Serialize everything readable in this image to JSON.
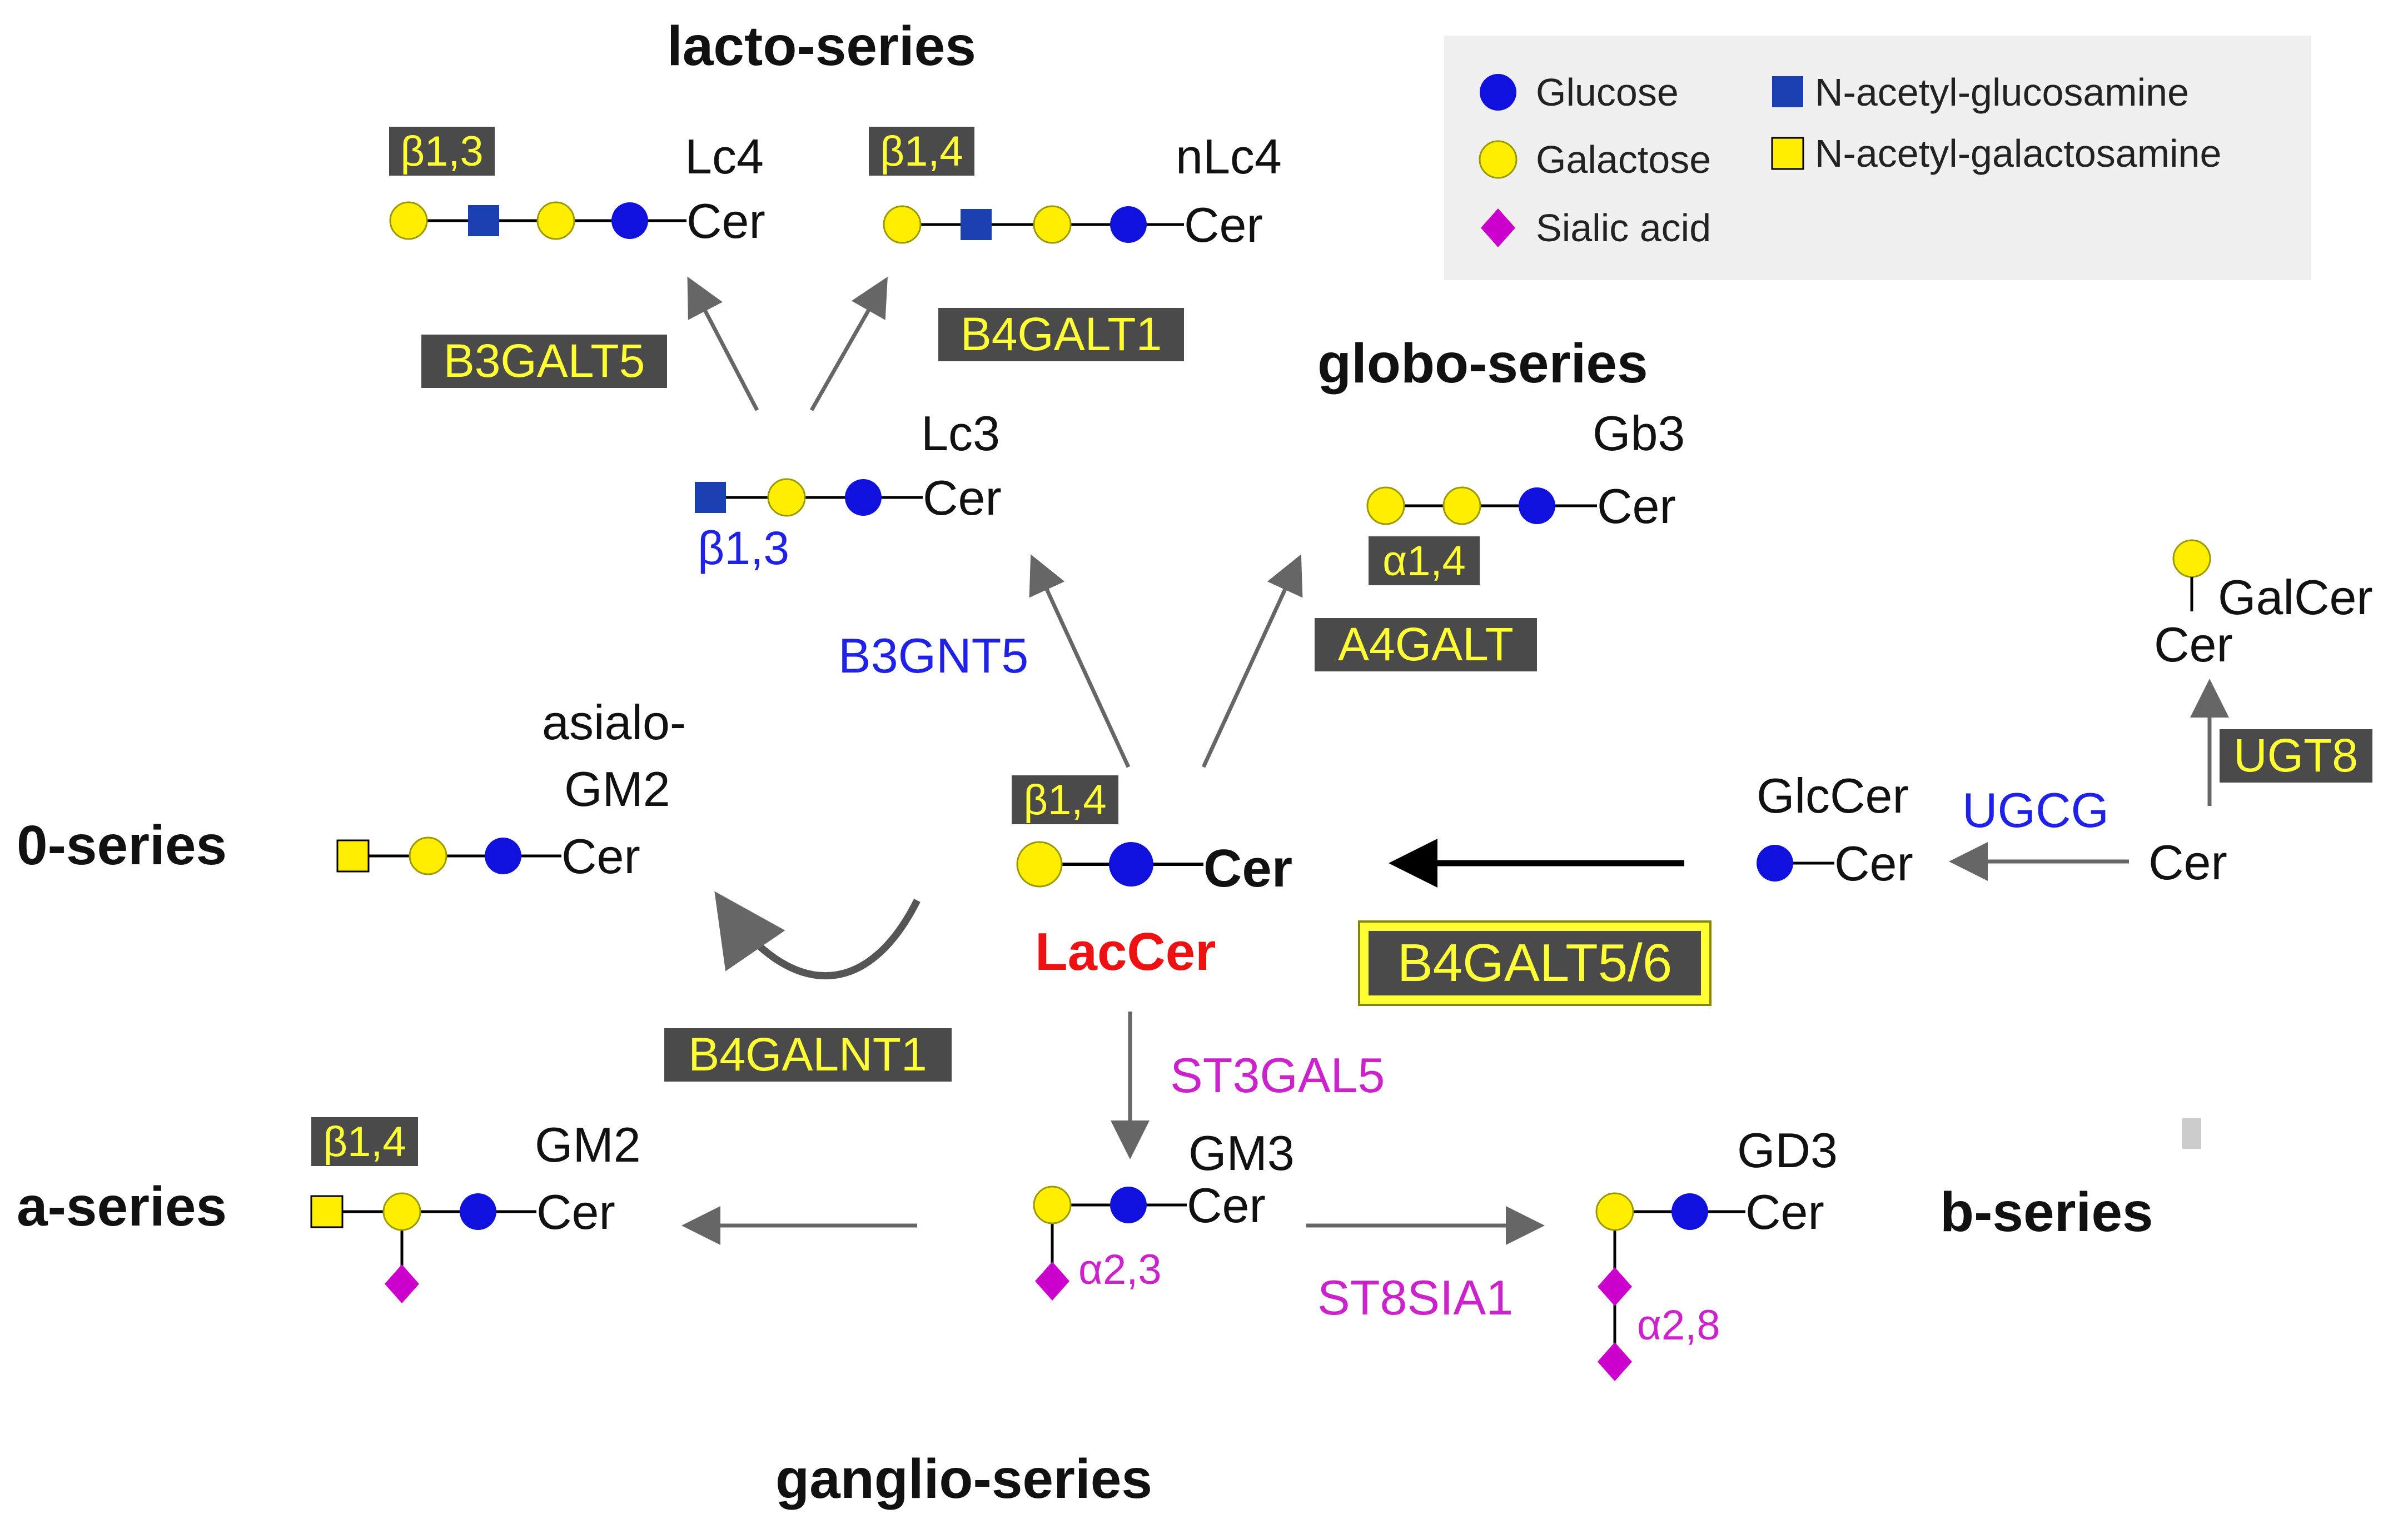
{
  "series_labels": {
    "lacto": "lacto-series",
    "globo": "globo-series",
    "zero": "0-series",
    "a": "a-series",
    "b": "b-series",
    "ganglio": "ganglio-series"
  },
  "legend": {
    "glucose": "Glucose",
    "galactose": "Galactose",
    "sialic": "Sialic acid",
    "glcnac": "N-acetyl-glucosamine",
    "galnac": "N-acetyl-galactosamine"
  },
  "compounds": {
    "lc4": "Lc4",
    "nlc4": "nLc4",
    "lc3": "Lc3",
    "gb3": "Gb3",
    "galcer": "GalCer",
    "glccer": "GlcCer",
    "asialo1": "asialo-",
    "asialo2": "GM2",
    "gm2": "GM2",
    "gm3": "GM3",
    "gd3": "GD3",
    "laccer": "LacCer",
    "cer": "Cer"
  },
  "enzymes": {
    "b3galt5": "B3GALT5",
    "b4galt1": "B4GALT1",
    "b3gnt5": "B3GNT5",
    "a4galt": "A4GALT",
    "ugt8": "UGT8",
    "ugcg": "UGCG",
    "b4galt56": "B4GALT5/6",
    "b4galnt1": "B4GALNT1",
    "st3gal5": "ST3GAL5",
    "st8sia1": "ST8SIA1"
  },
  "linkages": {
    "lc4": "β1,3",
    "nlc4": "β1,4",
    "lc3": "β1,3",
    "gb3": "α1,4",
    "laccer": "β1,4",
    "gm2": "β1,4",
    "gm3": "α2,3",
    "gd3": "α2,8"
  },
  "colors": {
    "glucose": "#1111dd",
    "galactose": "#ffee00",
    "glcnac": "#1a3fb0",
    "galnac": "#ffee00",
    "sialic": "#cc00cc",
    "enzyme_box": "#4a4a4a",
    "enzyme_text": "#ffff33",
    "laccer": "#ee1111",
    "legend_bg": "#efefef"
  }
}
